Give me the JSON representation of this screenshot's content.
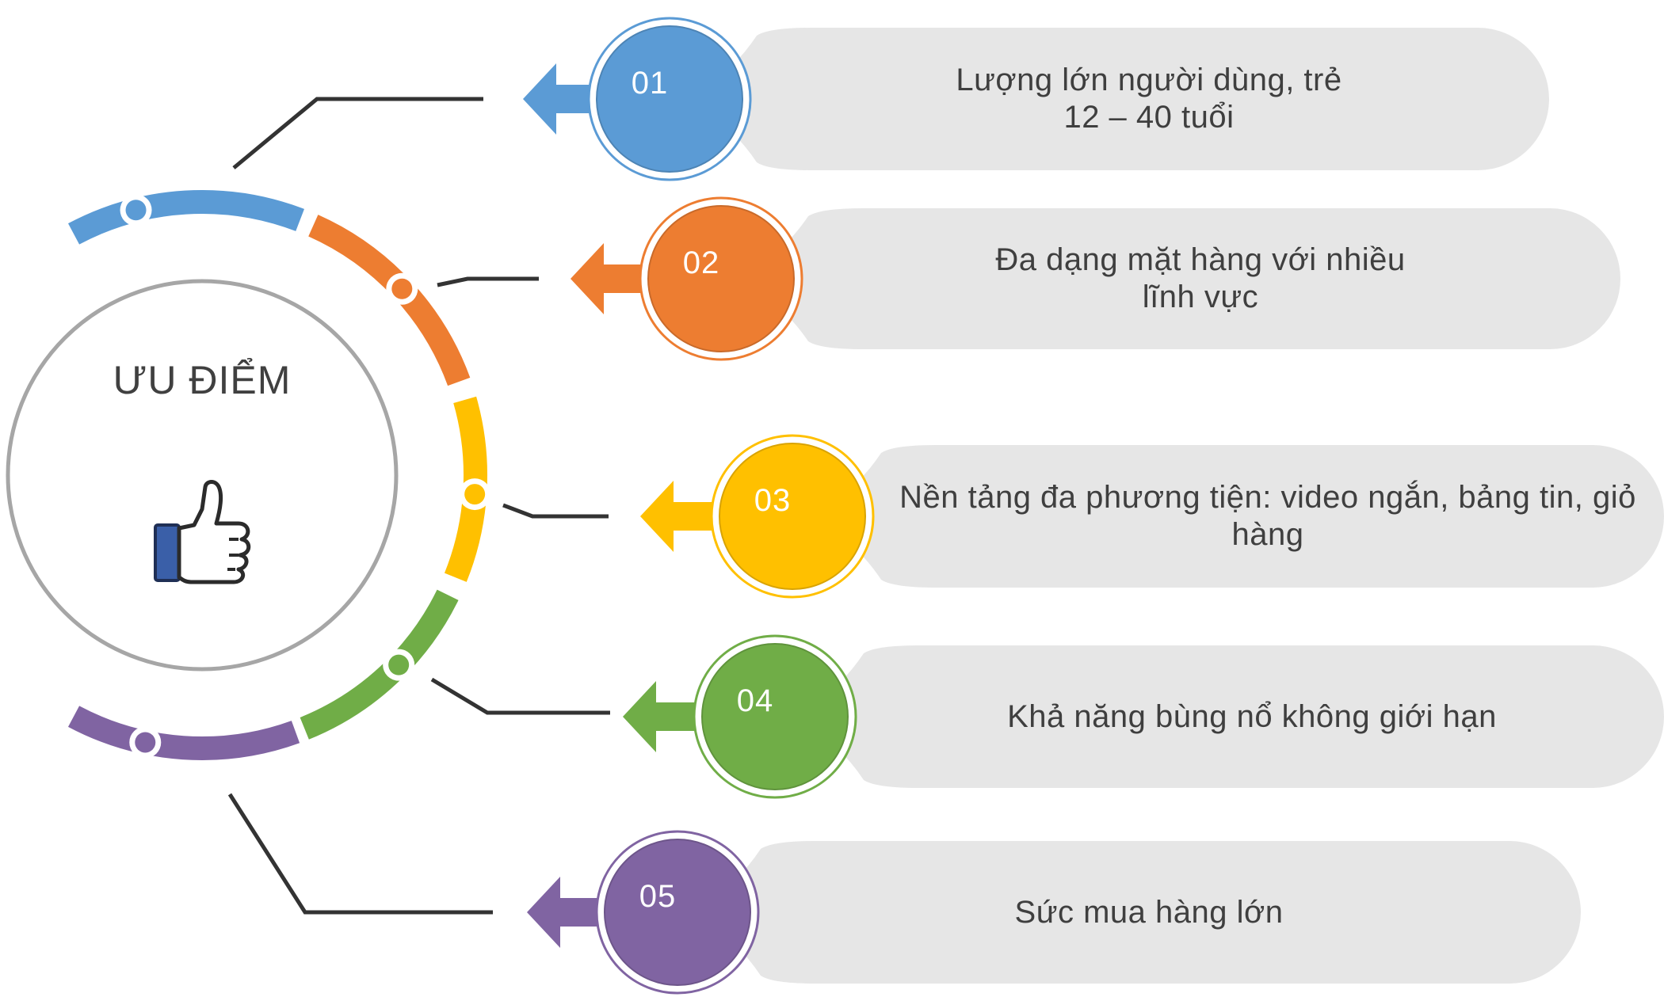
{
  "center": {
    "title": "ƯU ĐIỂM",
    "icon": "thumbs-up-icon"
  },
  "items": [
    {
      "number": "01",
      "color": "#5b9bd5",
      "lines": [
        "Lượng lớn người dùng, trẻ",
        "12 – 40 tuổi"
      ]
    },
    {
      "number": "02",
      "color": "#ed7d31",
      "lines": [
        "Đa dạng mặt hàng với nhiều",
        "lĩnh vực"
      ]
    },
    {
      "number": "03",
      "color": "#ffc000",
      "lines": [
        "Nền tảng đa phương tiện: video ngắn, bảng tin, giỏ",
        "hàng"
      ]
    },
    {
      "number": "04",
      "color": "#70ad47",
      "lines": [
        "Khả năng bùng nổ không giới hạn"
      ]
    },
    {
      "number": "05",
      "color": "#8064a2",
      "lines": [
        "Sức mua hàng lớn"
      ]
    }
  ],
  "colors": {
    "bubble": "#e6e6e6",
    "connector": "#333333",
    "center_ring": "#a6a6a6",
    "thumb_cuff": "#3a5fa8"
  }
}
